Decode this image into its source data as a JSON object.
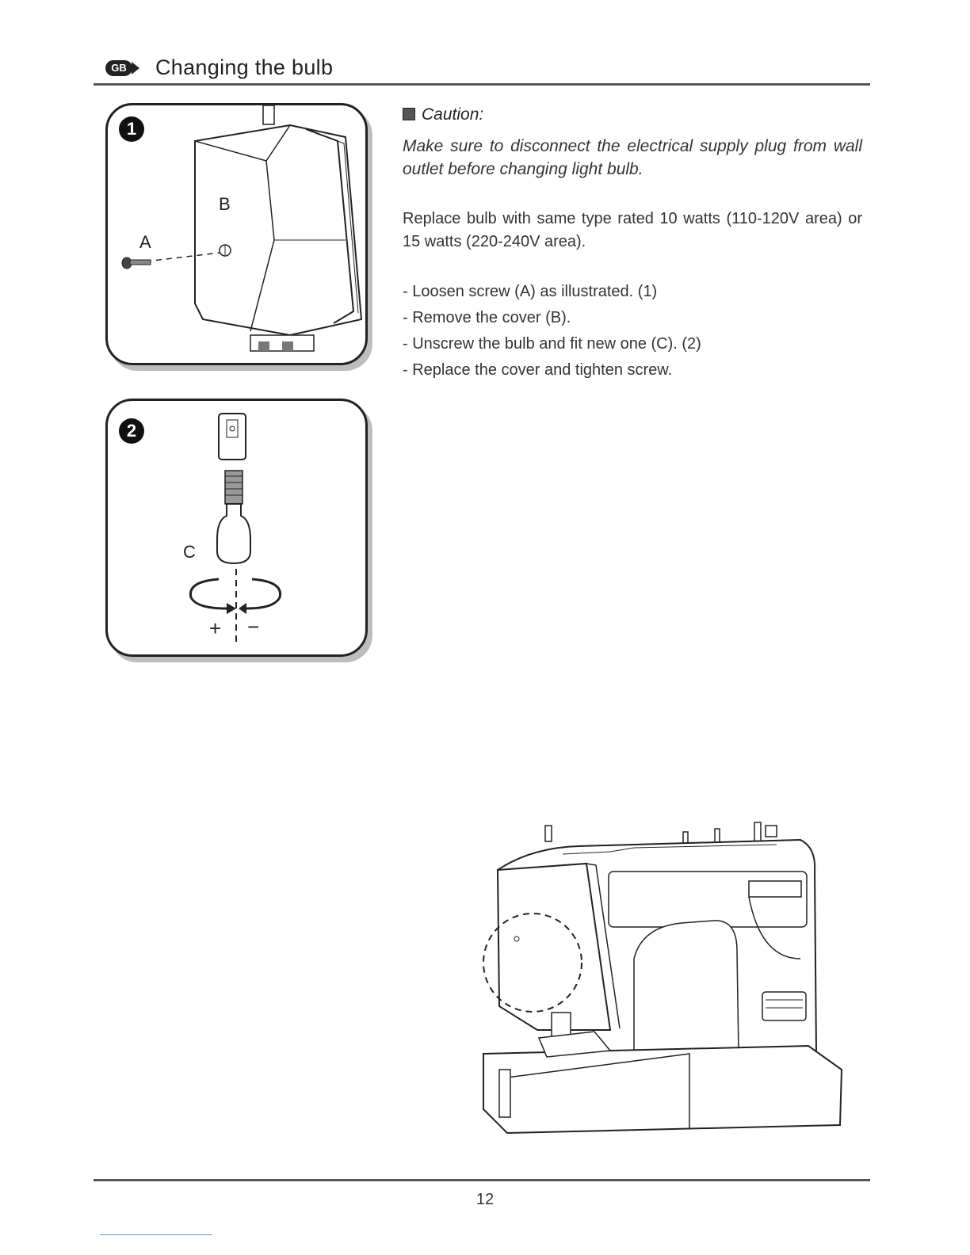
{
  "header": {
    "lang_code": "GB",
    "title": "Changing the bulb"
  },
  "figure1": {
    "step": "1",
    "label_a": "A",
    "label_b": "B"
  },
  "figure2": {
    "step": "2",
    "label_c": "C",
    "plus": "+",
    "minus": "−"
  },
  "caution": {
    "heading": "Caution:",
    "text": "Make sure to disconnect the electrical supply plug from wall outlet before changing light bulb."
  },
  "replace_text": "Replace bulb with same type rated 10 watts (110-120V area) or 15 watts (220-240V area).",
  "steps": [
    "- Loosen screw (A) as illustrated. (1)",
    "- Remove the cover (B).",
    "- Unscrew the bulb and fit new one (C). (2)",
    "- Replace the cover and tighten screw."
  ],
  "page_number": "12"
}
